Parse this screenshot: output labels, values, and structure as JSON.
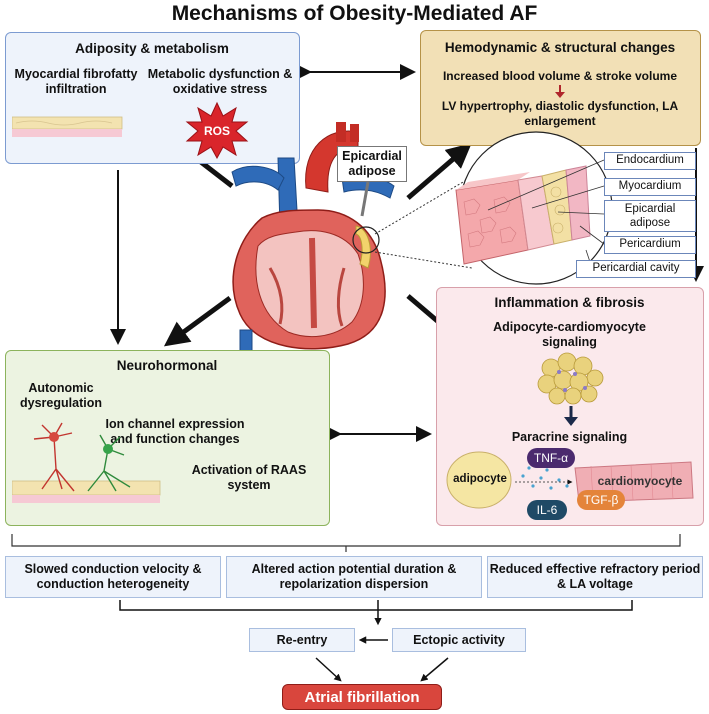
{
  "title": "Mechanisms of Obesity-Mediated AF",
  "adiposity": {
    "heading": "Adiposity & metabolism",
    "infiltration": "Myocardial fibrofatty infiltration",
    "metabolic": "Metabolic dysfunction & oxidative stress",
    "ros": "ROS"
  },
  "hemodynamic": {
    "heading": "Hemodynamic & structural changes",
    "line1": "Increased blood volume & stroke volume",
    "line2": "LV hypertrophy, diastolic dysfunction, LA enlargement"
  },
  "heart": {
    "epicardial_label": "Epicardial adipose"
  },
  "layers": [
    "Endocardium",
    "Myocardium",
    "Epicardial adipose",
    "Pericardium",
    "Pericardial cavity"
  ],
  "neurohormonal": {
    "heading": "Neurohormonal",
    "autonomic": "Autonomic dysregulation",
    "ion": "Ion channel expression and function changes",
    "raas": "Activation of RAAS system"
  },
  "inflammation": {
    "heading": "Inflammation & fibrosis",
    "adipo_signal": "Adipocyte-cardiomyocyte signaling",
    "paracrine": "Paracrine signaling",
    "adipocyte": "adipocyte",
    "cardiomyocyte": "cardiomyocyte",
    "tnf": "TNF-α",
    "il6": "IL-6",
    "tgf": "TGF-β"
  },
  "mechanisms": [
    "Slowed conduction velocity & conduction heterogeneity",
    "Altered action potential duration & repolarization dispersion",
    "Reduced effective refractory period & LA voltage"
  ],
  "reentry": "Re-entry",
  "ectopic": "Ectopic activity",
  "outcome": "Atrial fibrillation",
  "colors": {
    "adiposity_bg": "#eef3fb",
    "hemodynamic_bg": "#f2e0b6",
    "neurohormonal_bg": "#ecf3e1",
    "inflammation_bg": "#fbe9ec",
    "outcome_bg": "#d9463d",
    "ros": "#d9252b"
  }
}
